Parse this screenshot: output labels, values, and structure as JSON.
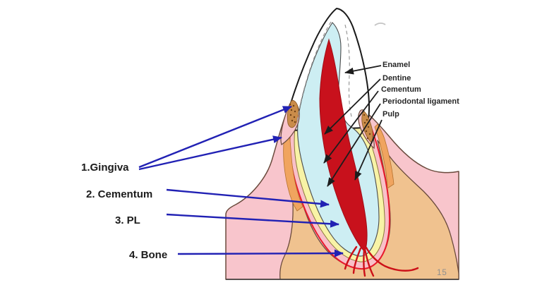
{
  "figure": {
    "left_labels": {
      "gingiva": "1.Gingiva",
      "cementum": "2. Cementum",
      "pl": "3. PL",
      "bone": "4. Bone"
    },
    "right_labels": {
      "enamel": "Enamel",
      "dentine": "Dentine",
      "cementum": "Cementum",
      "periodontal_ligament": "Periodontal ligament",
      "pulp": "Pulp"
    },
    "page_number": "15",
    "colors": {
      "gingiva_pink": "#f8c5cc",
      "bone_tan": "#f0c28f",
      "dentine_blue": "#cdeef3",
      "pulp_red": "#c8111c",
      "periodontal_yellow": "#f8f3a6",
      "cementum_line_red": "#e8192c",
      "papilla_orange": "#f0a45f",
      "arrow_blue": "#2121b4",
      "arrow_black": "#1c1c1c",
      "outline_brown": "#6a4a3c",
      "page_number_gray": "#8f8f8f"
    }
  }
}
